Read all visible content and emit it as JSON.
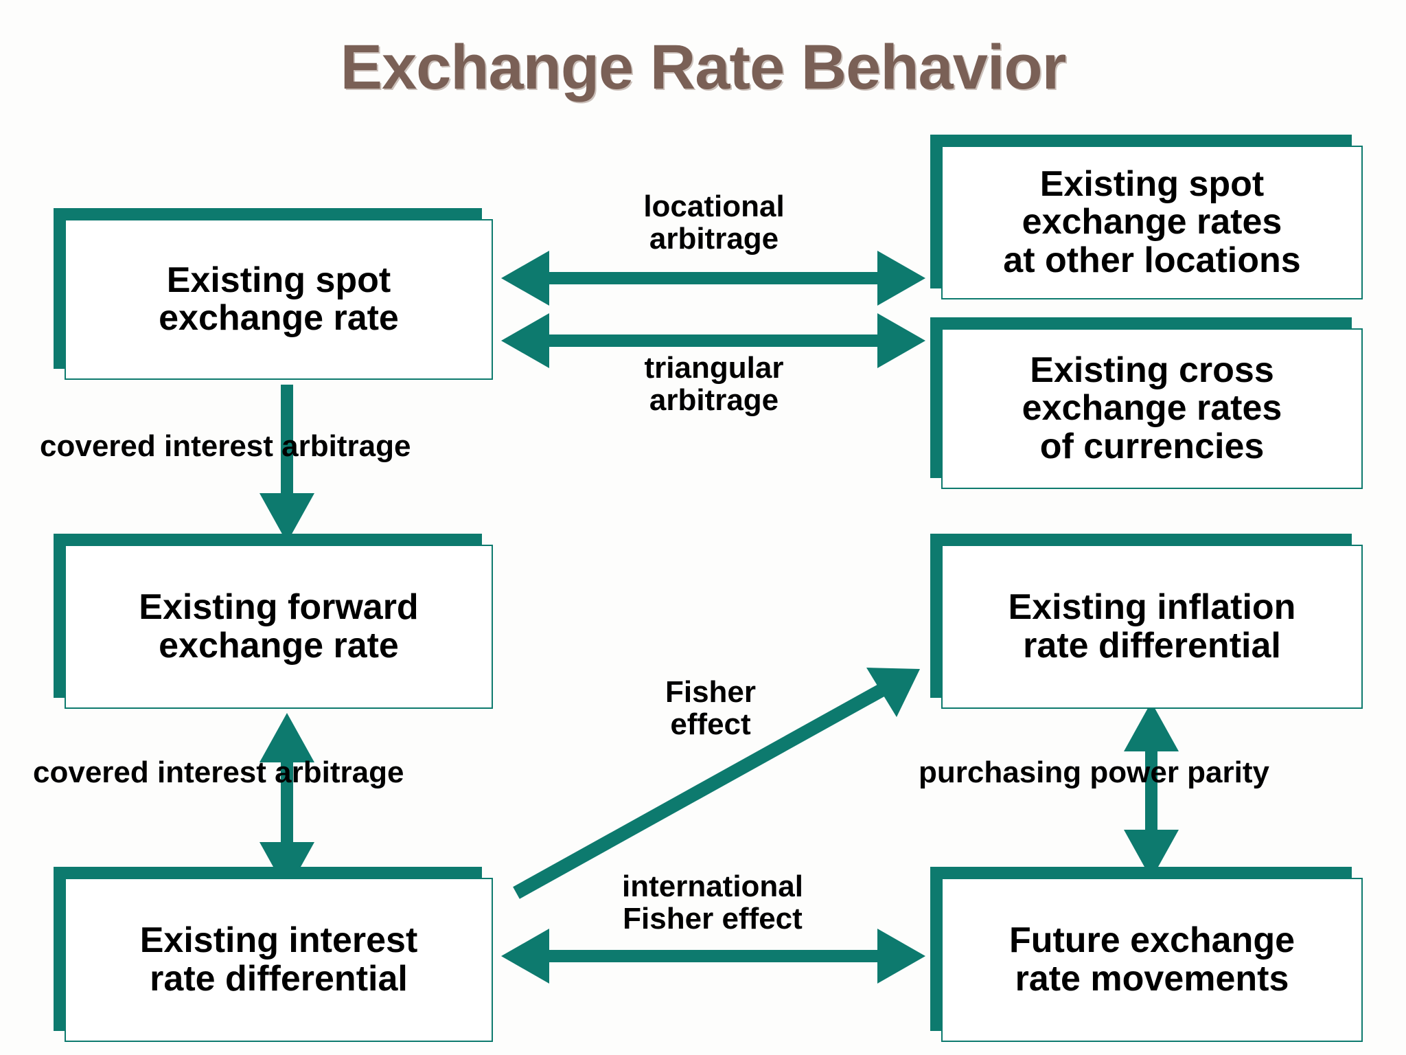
{
  "title": "Exchange Rate Behavior",
  "theme": {
    "accent_teal": "#0d7a6e",
    "title_brown": "#7a6056",
    "box_fill": "#ffffff",
    "text_black": "#000000",
    "background": "#fdfdfc"
  },
  "nodes": {
    "spot": "Existing spot\nexchange rate",
    "spot_other": "Existing spot\nexchange rates\nat other locations",
    "cross": "Existing cross\nexchange rates\nof currencies",
    "forward": "Existing forward\nexchange rate",
    "inflation": "Existing inflation\nrate differential",
    "interest": "Existing interest\nrate differential",
    "future": "Future exchange\nrate movements"
  },
  "edges": {
    "locational": "locational\narbitrage",
    "triangular": "triangular\narbitrage",
    "covered_top": "covered interest arbitrage",
    "covered_bottom": "covered interest arbitrage",
    "fisher": "Fisher\neffect",
    "ppp": "purchasing power parity",
    "intl_fisher": "international\nFisher effect"
  },
  "icons": {
    "arrow_double_horizontal": "double-headed-horizontal-arrow",
    "arrow_right": "right-arrow",
    "arrow_down": "down-arrow",
    "arrow_double_vertical": "double-headed-vertical-arrow",
    "arrow_diagonal_up_right": "diagonal-up-right-arrow"
  }
}
